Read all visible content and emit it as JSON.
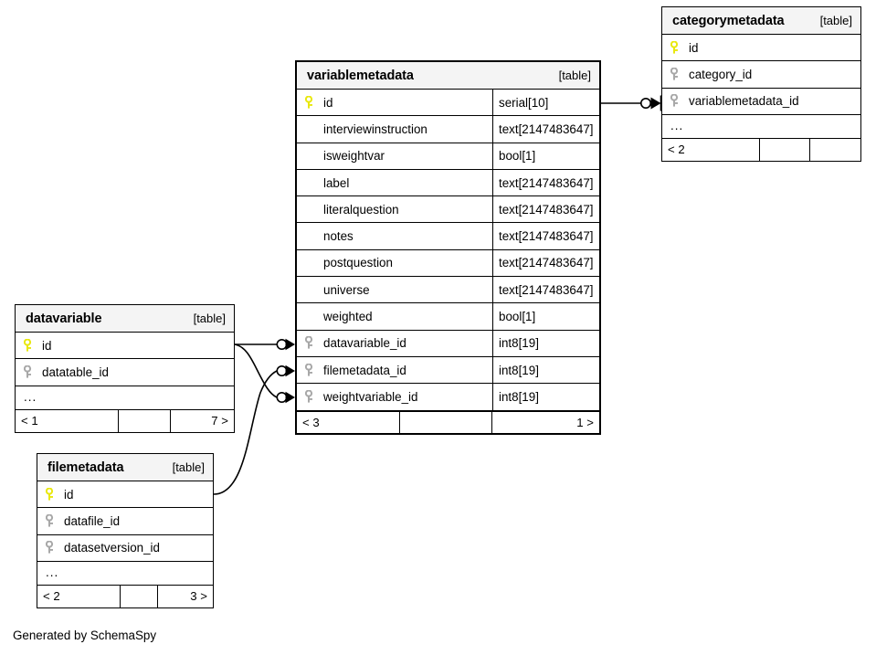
{
  "diagram": {
    "type": "entity-relationship-diagram",
    "generator_note": "Generated by SchemaSpy",
    "table_tag": "[table]",
    "ellipsis": "...",
    "background": "#ffffff",
    "pk_key_color": "#e9e80f",
    "fk_key_color": "#a8a8a8",
    "line_color": "#000000",
    "header_background": "#f4f4f4"
  },
  "tables": {
    "variablemetadata": {
      "name": "variablemetadata",
      "tag": "[table]",
      "columns": [
        {
          "key": "pk",
          "name": "id",
          "type": "serial[10]"
        },
        {
          "key": "",
          "name": "interviewinstruction",
          "type": "text[2147483647]"
        },
        {
          "key": "",
          "name": "isweightvar",
          "type": "bool[1]"
        },
        {
          "key": "",
          "name": "label",
          "type": "text[2147483647]"
        },
        {
          "key": "",
          "name": "literalquestion",
          "type": "text[2147483647]"
        },
        {
          "key": "",
          "name": "notes",
          "type": "text[2147483647]"
        },
        {
          "key": "",
          "name": "postquestion",
          "type": "text[2147483647]"
        },
        {
          "key": "",
          "name": "universe",
          "type": "text[2147483647]"
        },
        {
          "key": "",
          "name": "weighted",
          "type": "bool[1]"
        },
        {
          "key": "fk",
          "name": "datavariable_id",
          "type": "int8[19]"
        },
        {
          "key": "fk",
          "name": "filemetadata_id",
          "type": "int8[19]"
        },
        {
          "key": "fk",
          "name": "weightvariable_id",
          "type": "int8[19]"
        }
      ],
      "footer": {
        "left": "< 3",
        "mid": "",
        "right": "1 >"
      }
    },
    "categorymetadata": {
      "name": "categorymetadata",
      "tag": "[table]",
      "columns": [
        {
          "key": "pk",
          "name": "id",
          "type": ""
        },
        {
          "key": "fk",
          "name": "category_id",
          "type": ""
        },
        {
          "key": "fk",
          "name": "variablemetadata_id",
          "type": ""
        }
      ],
      "ellipsis": "...",
      "footer": {
        "left": "< 2",
        "mid": "",
        "right": ""
      }
    },
    "datavariable": {
      "name": "datavariable",
      "tag": "[table]",
      "columns": [
        {
          "key": "pk",
          "name": "id",
          "type": ""
        },
        {
          "key": "fk",
          "name": "datatable_id",
          "type": ""
        }
      ],
      "ellipsis": "...",
      "footer": {
        "left": "< 1",
        "mid": "",
        "right": "7 >"
      }
    },
    "filemetadata": {
      "name": "filemetadata",
      "tag": "[table]",
      "columns": [
        {
          "key": "pk",
          "name": "id",
          "type": ""
        },
        {
          "key": "fk",
          "name": "datafile_id",
          "type": ""
        },
        {
          "key": "fk",
          "name": "datasetversion_id",
          "type": ""
        }
      ],
      "ellipsis": "...",
      "footer": {
        "left": "< 2",
        "mid": "",
        "right": "3 >"
      }
    }
  },
  "relationships": [
    {
      "from": "variablemetadata.id",
      "to": "categorymetadata.variablemetadata_id",
      "cardinality": "zero-or-many"
    },
    {
      "from": "datavariable.id",
      "to": "variablemetadata.datavariable_id",
      "cardinality": "zero-or-many"
    },
    {
      "from": "filemetadata.id",
      "to": "variablemetadata.filemetadata_id",
      "cardinality": "zero-or-many"
    },
    {
      "from": "datavariable.id",
      "to": "variablemetadata.weightvariable_id",
      "cardinality": "zero-or-many"
    }
  ]
}
